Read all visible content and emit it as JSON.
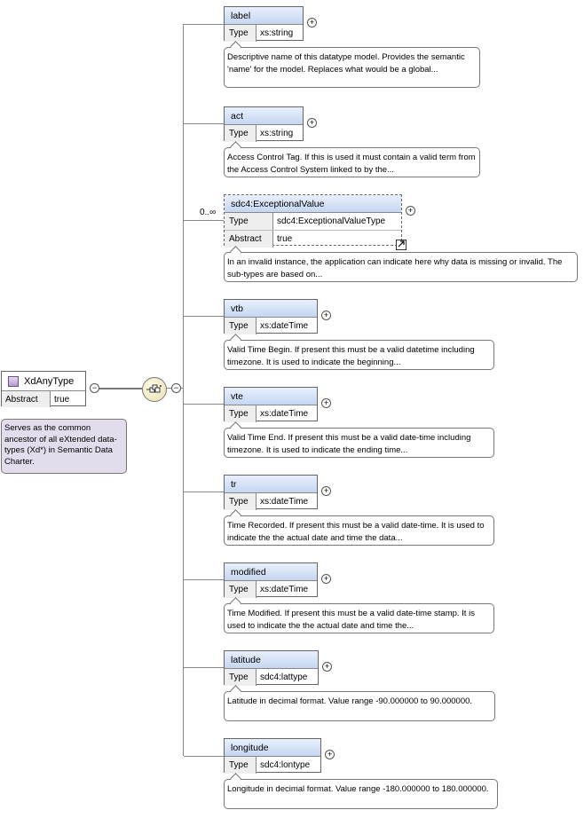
{
  "root": {
    "name": "XdAnyType",
    "abstract_label": "Abstract",
    "abstract_value": "true",
    "doc": "Serves as the common ancestor of all eXtended data-types (Xd*) in Semantic Data Charter."
  },
  "collapse_symbol": "−",
  "expand_symbol": "+",
  "cardinality": "0..∞",
  "type_label": "Type",
  "abstract_label": "Abstract",
  "elements": [
    {
      "name": "label",
      "type": "xs:string",
      "doc": "Descriptive name of this datatype model. Provides the semantic 'name' for the model. Replaces what would be a global..."
    },
    {
      "name": "act",
      "type": "xs:string",
      "doc": "Access Control Tag. If this is used it must contain a valid term from the Access Control System linked to by the..."
    },
    {
      "name": "sdc4:ExceptionalValue",
      "type": "sdc4:ExceptionalValueType",
      "abstract": "true",
      "doc": "In an invalid instance, the application can indicate here why data is missing or invalid. The sub-types are based on..."
    },
    {
      "name": "vtb",
      "type": "xs:dateTime",
      "doc": "Valid Time Begin. If present this must be a valid datetime including timezone. It is used to indicate the beginning..."
    },
    {
      "name": "vte",
      "type": "xs:dateTime",
      "doc": "Valid Time End. If present this must be a valid date-time including timezone. It is used to indicate the ending time..."
    },
    {
      "name": "tr",
      "type": "xs:dateTime",
      "doc": "Time Recorded. If present this must be a valid date-time. It is used to indicate the the actual date and time the data..."
    },
    {
      "name": "modified",
      "type": "xs:dateTime",
      "doc": "Time Modified. If present this must be a valid date-time stamp. It is used to indicate the the actual date and time the..."
    },
    {
      "name": "latitude",
      "type": "sdc4:lattype",
      "doc": "Latitude in decimal format. Value range -90.000000 to 90.000000."
    },
    {
      "name": "longitude",
      "type": "sdc4:lontype",
      "doc": "Longitude in decimal format. Value range -180.000000 to 180.000000."
    }
  ]
}
